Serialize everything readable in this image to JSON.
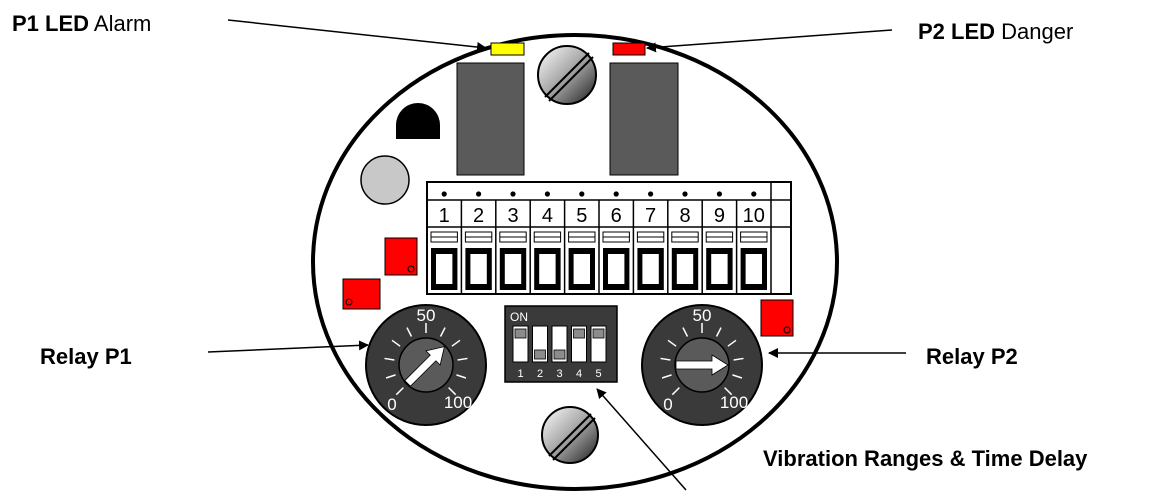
{
  "callouts": {
    "p1_led": {
      "bold": "P1 LED",
      "text": " Alarm"
    },
    "p2_led": {
      "bold": "P2 LED",
      "text": " Danger"
    },
    "relay_p1": {
      "bold": "Relay P1"
    },
    "relay_p2": {
      "bold": "Relay P2"
    },
    "dip": {
      "bold": "Vibration Ranges & Time Delay"
    }
  },
  "leds": {
    "p1_color": "#ffff00",
    "p2_color": "#ff0000"
  },
  "terminal_block": {
    "terminals": [
      "1",
      "2",
      "3",
      "4",
      "5",
      "6",
      "7",
      "8",
      "9",
      "10"
    ]
  },
  "dip_switch": {
    "on_label": "ON",
    "switches": [
      {
        "label": "1",
        "on": true
      },
      {
        "label": "2",
        "on": false
      },
      {
        "label": "3",
        "on": false
      },
      {
        "label": "4",
        "on": true
      },
      {
        "label": "5",
        "on": true
      }
    ]
  },
  "dials": [
    {
      "id": "p1",
      "label_min": "0",
      "label_mid": "50",
      "label_max": "100",
      "pointer_angle_deg": 45
    },
    {
      "id": "p2",
      "label_min": "0",
      "label_mid": "50",
      "label_max": "100",
      "pointer_angle_deg": 90
    }
  ],
  "colors": {
    "board_outline": "#000000",
    "relay_body": "#5a5a5a",
    "dial_body": "#3a3a3a",
    "dip_body": "#3a3a3a",
    "indicator_red": "#ff0000",
    "sensor_gray": "#c8c8c8"
  }
}
